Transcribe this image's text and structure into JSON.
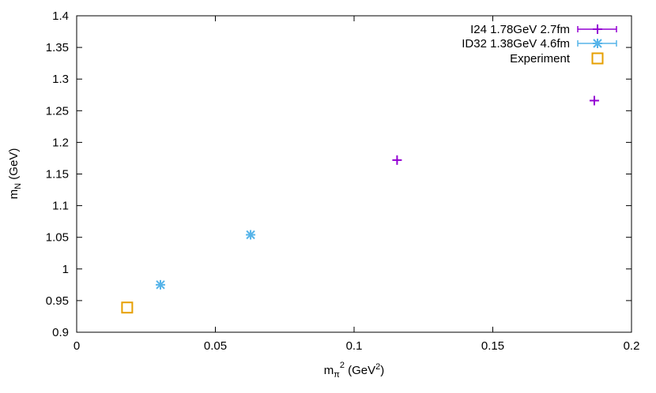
{
  "chart_data": {
    "type": "scatter",
    "title": "",
    "xlabel": {
      "base": "m",
      "sub": "π",
      "sup": "2",
      "unit_prefix": " (GeV",
      "unit_sup": "2",
      "unit_suffix": ")"
    },
    "ylabel": {
      "base": "m",
      "sub": "N",
      "unit": " (GeV)"
    },
    "xlim": [
      0,
      0.2
    ],
    "ylim": [
      0.9,
      1.4
    ],
    "xticks": [
      "0",
      "0.05",
      "0.1",
      "0.15",
      "0.2"
    ],
    "yticks": [
      "0.9",
      "0.95",
      "1",
      "1.05",
      "1.1",
      "1.15",
      "1.2",
      "1.25",
      "1.3",
      "1.35",
      "1.4"
    ],
    "grid": false,
    "legend_position": "top-right",
    "series": [
      {
        "name": "I24 1.78GeV 2.7fm",
        "marker": "plus",
        "color": "#9400d3",
        "points": [
          {
            "x": 0.1155,
            "y": 1.172,
            "xerr": 0.0013,
            "yerr": 0.004
          },
          {
            "x": 0.1866,
            "y": 1.266,
            "xerr": 0.0013,
            "yerr": 0.004
          }
        ]
      },
      {
        "name": "ID32 1.38GeV 4.6fm",
        "marker": "star",
        "color": "#56b4e9",
        "points": [
          {
            "x": 0.0302,
            "y": 0.975,
            "xerr": 0.0007,
            "yerr": 0.004
          },
          {
            "x": 0.0627,
            "y": 1.054,
            "xerr": 0.0007,
            "yerr": 0.004
          }
        ]
      },
      {
        "name": "Experiment",
        "marker": "open-square",
        "color": "#e69f00",
        "points": [
          {
            "x": 0.0182,
            "y": 0.939
          }
        ]
      }
    ]
  }
}
